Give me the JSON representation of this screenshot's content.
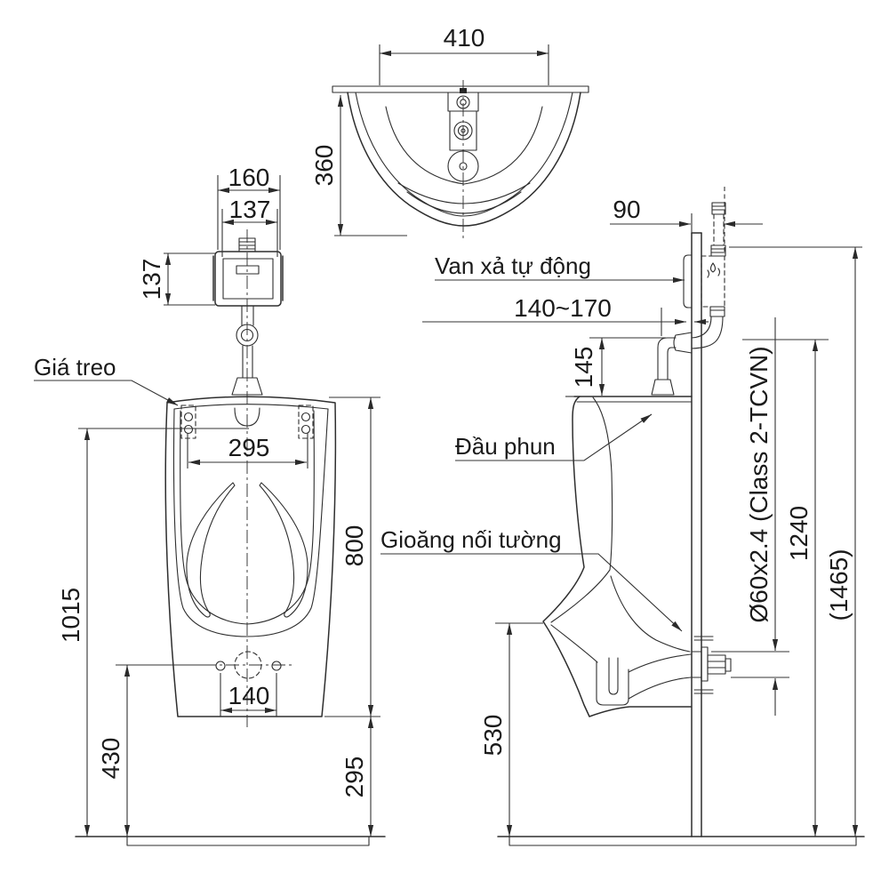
{
  "top_view": {
    "width": "410",
    "depth": "360"
  },
  "valve": {
    "width": "160",
    "inner_width": "137",
    "height": "137"
  },
  "front_view": {
    "hanger_label": "Giá treo",
    "hanger_span": "295",
    "body_height": "800",
    "hanger_height": "1015",
    "drain_span": "140",
    "drain_height": "430",
    "clearance": "295"
  },
  "side_view": {
    "valve_recess": "90",
    "valve_label": "Van xả tự động",
    "wall_offset": "140~170",
    "spud_height": "145",
    "spud_label": "Đầu phun",
    "gasket_label": "Gioăng nối tường",
    "rim_height": "530",
    "drain_pipe": "Ø60x2.4 (Class 2-TCVN)",
    "inlet_height": "1240",
    "overall_height": "(1465)"
  }
}
